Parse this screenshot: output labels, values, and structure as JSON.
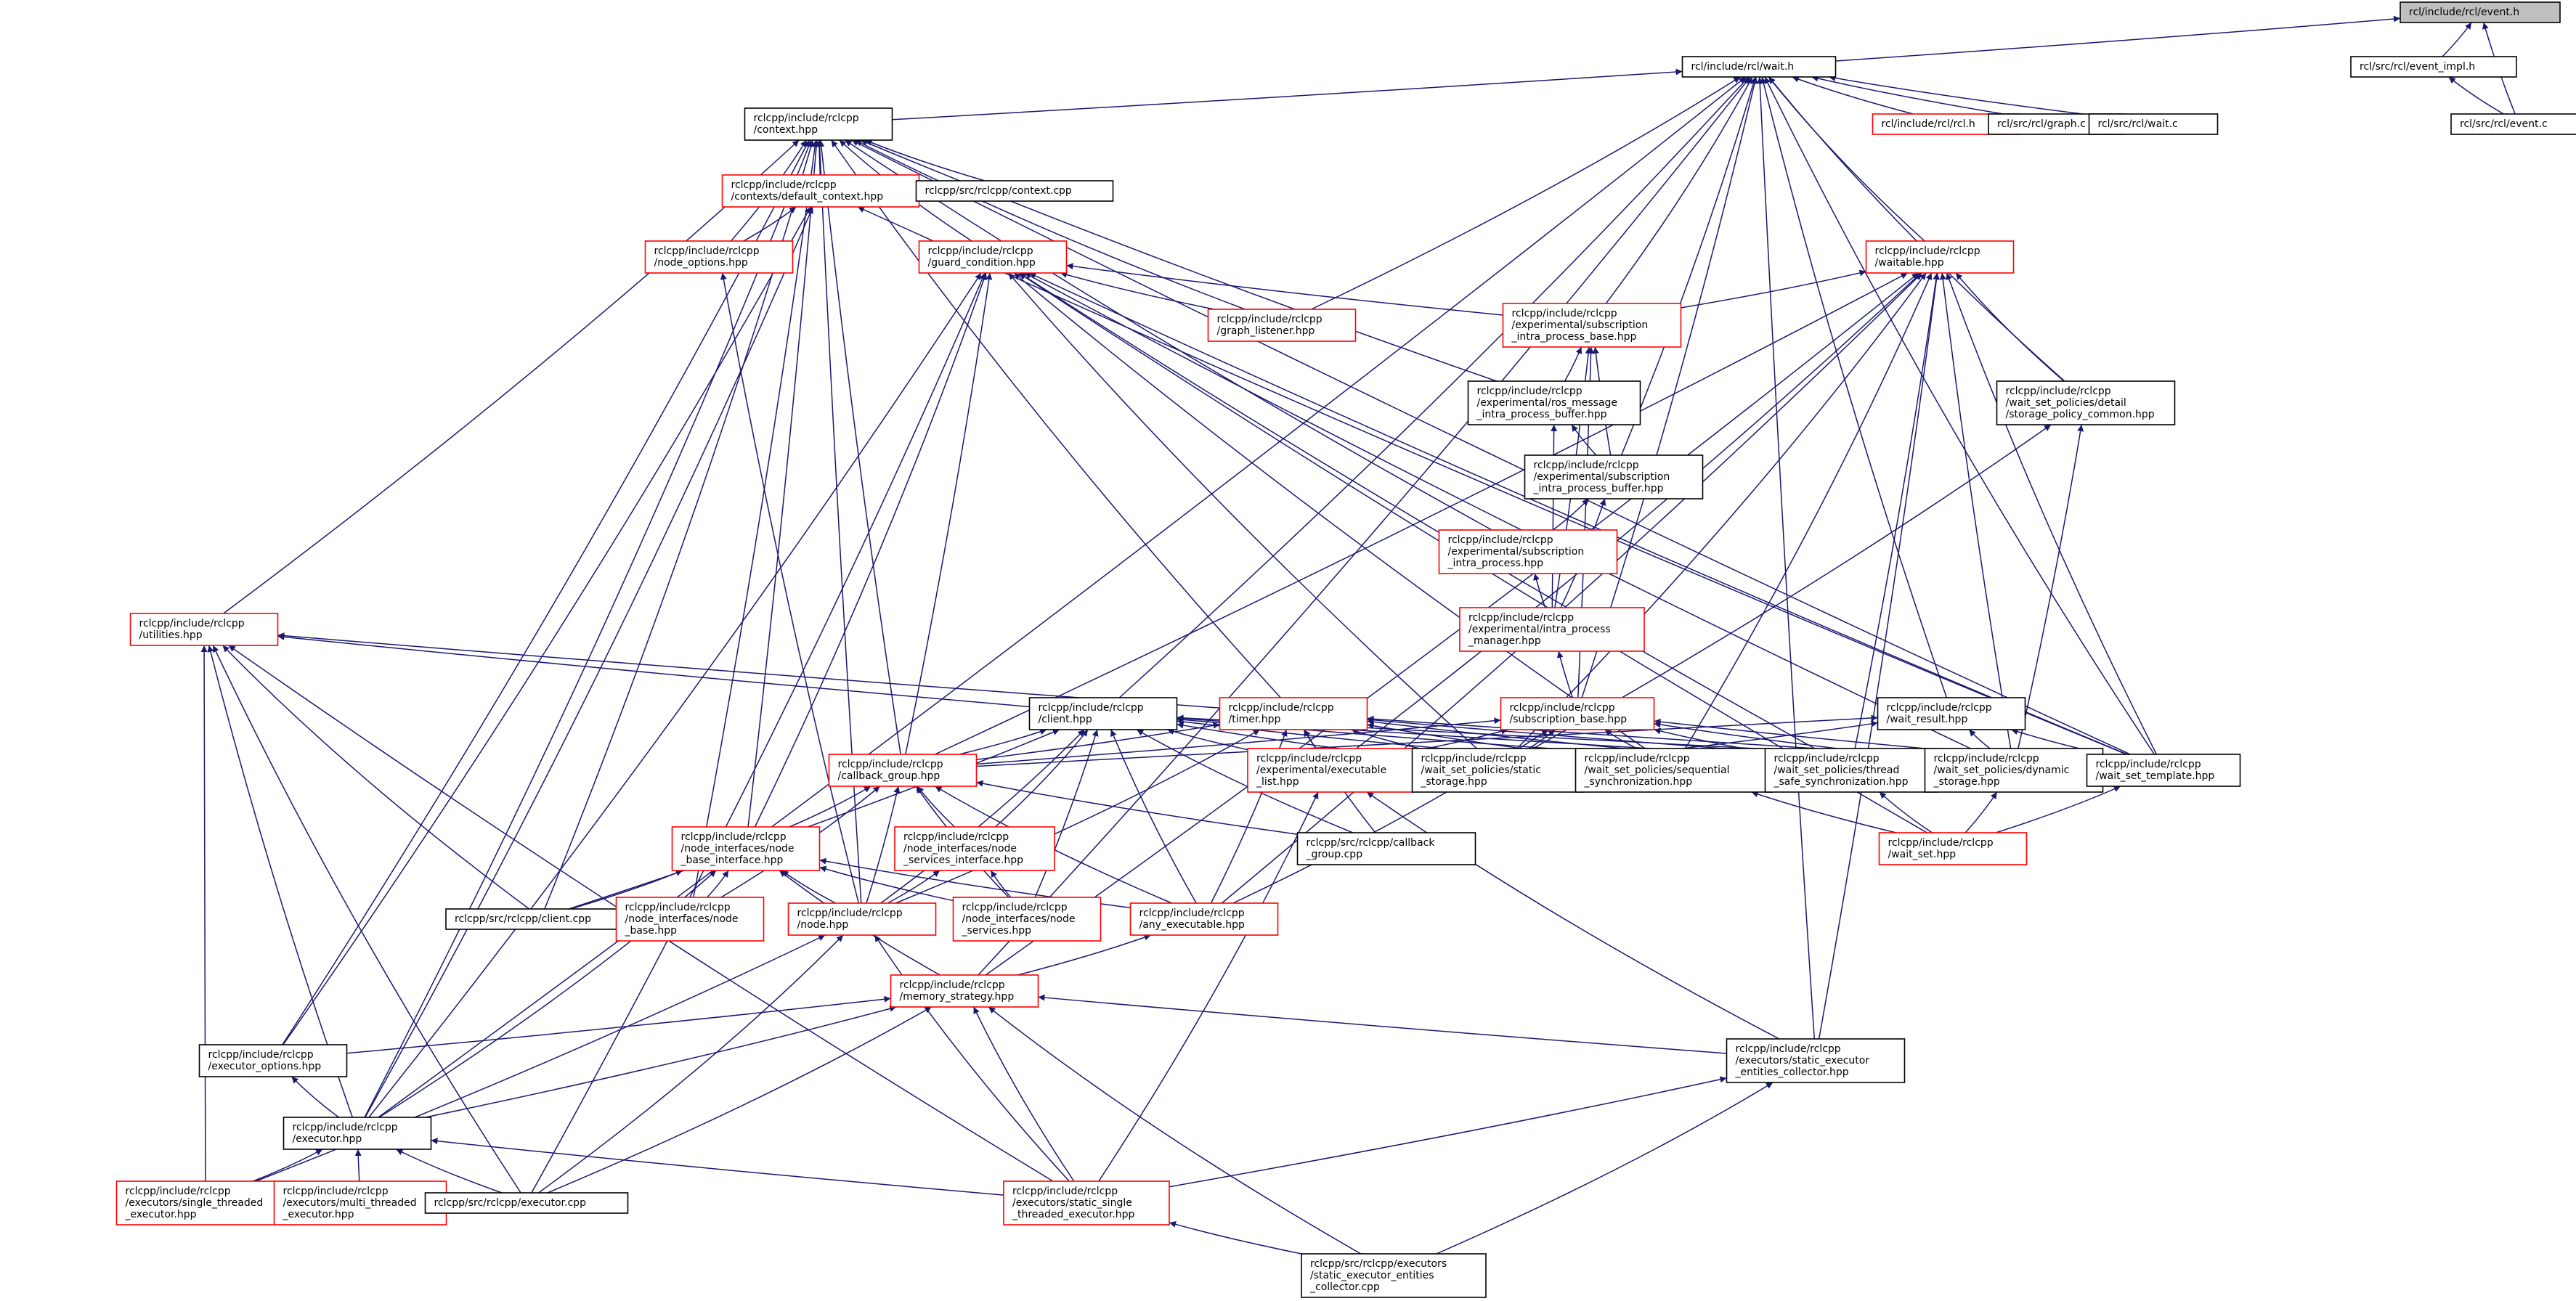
{
  "diagram": {
    "colors": {
      "edge": "#191970",
      "border_default": "#000000",
      "border_truncated": "#ff0000",
      "root_fill": "#bfbfbf",
      "node_fill": "#ffffff"
    },
    "nodes": [
      {
        "id": "event_h",
        "lines": [
          "rcl/include/rcl/event.h"
        ],
        "style": "root"
      },
      {
        "id": "wait_h",
        "lines": [
          "rcl/include/rcl/wait.h"
        ],
        "style": "normal"
      },
      {
        "id": "event_impl_h",
        "lines": [
          "rcl/src/rcl/event_impl.h"
        ],
        "style": "normal"
      },
      {
        "id": "event_c",
        "lines": [
          "rcl/src/rcl/event.c"
        ],
        "style": "normal"
      },
      {
        "id": "context_hpp",
        "lines": [
          "rclcpp/include/rclcpp",
          "/context.hpp"
        ],
        "style": "normal"
      },
      {
        "id": "rcl_h",
        "lines": [
          "rcl/include/rcl/rcl.h"
        ],
        "style": "truncated"
      },
      {
        "id": "graph_c",
        "lines": [
          "rcl/src/rcl/graph.c"
        ],
        "style": "normal"
      },
      {
        "id": "wait_c",
        "lines": [
          "rcl/src/rcl/wait.c"
        ],
        "style": "normal"
      },
      {
        "id": "default_context",
        "lines": [
          "rclcpp/include/rclcpp",
          "/contexts/default_context.hpp"
        ],
        "style": "truncated"
      },
      {
        "id": "context_cpp",
        "lines": [
          "rclcpp/src/rclcpp/context.cpp"
        ],
        "style": "normal"
      },
      {
        "id": "node_options",
        "lines": [
          "rclcpp/include/rclcpp",
          "/node_options.hpp"
        ],
        "style": "truncated"
      },
      {
        "id": "guard_condition",
        "lines": [
          "rclcpp/include/rclcpp",
          "/guard_condition.hpp"
        ],
        "style": "truncated"
      },
      {
        "id": "graph_listener",
        "lines": [
          "rclcpp/include/rclcpp",
          "/graph_listener.hpp"
        ],
        "style": "truncated"
      },
      {
        "id": "waitable",
        "lines": [
          "rclcpp/include/rclcpp",
          "/waitable.hpp"
        ],
        "style": "truncated"
      },
      {
        "id": "sub_ip_base",
        "lines": [
          "rclcpp/include/rclcpp",
          "/experimental/subscription",
          "_intra_process_base.hpp"
        ],
        "style": "truncated"
      },
      {
        "id": "ros_msg_buffer",
        "lines": [
          "rclcpp/include/rclcpp",
          "/experimental/ros_message",
          "_intra_process_buffer.hpp"
        ],
        "style": "normal"
      },
      {
        "id": "wsp_detail",
        "lines": [
          "rclcpp/include/rclcpp",
          "/wait_set_policies/detail",
          "/storage_policy_common.hpp"
        ],
        "style": "normal"
      },
      {
        "id": "sub_ip_buffer",
        "lines": [
          "rclcpp/include/rclcpp",
          "/experimental/subscription",
          "_intra_process_buffer.hpp"
        ],
        "style": "normal"
      },
      {
        "id": "sub_ip",
        "lines": [
          "rclcpp/include/rclcpp",
          "/experimental/subscription",
          "_intra_process.hpp"
        ],
        "style": "truncated"
      },
      {
        "id": "ip_manager",
        "lines": [
          "rclcpp/include/rclcpp",
          "/experimental/intra_process",
          "_manager.hpp"
        ],
        "style": "truncated"
      },
      {
        "id": "utilities",
        "lines": [
          "rclcpp/include/rclcpp",
          "/utilities.hpp"
        ],
        "style": "truncated"
      },
      {
        "id": "client_hpp",
        "lines": [
          "rclcpp/include/rclcpp",
          "/client.hpp"
        ],
        "style": "normal"
      },
      {
        "id": "timer_hpp",
        "lines": [
          "rclcpp/include/rclcpp",
          "/timer.hpp"
        ],
        "style": "truncated"
      },
      {
        "id": "sub_base",
        "lines": [
          "rclcpp/include/rclcpp",
          "/subscription_base.hpp"
        ],
        "style": "truncated"
      },
      {
        "id": "wait_result",
        "lines": [
          "rclcpp/include/rclcpp",
          "/wait_result.hpp"
        ],
        "style": "normal"
      },
      {
        "id": "callback_group",
        "lines": [
          "rclcpp/include/rclcpp",
          "/callback_group.hpp"
        ],
        "style": "truncated"
      },
      {
        "id": "exec_list",
        "lines": [
          "rclcpp/include/rclcpp",
          "/experimental/executable",
          "_list.hpp"
        ],
        "style": "truncated"
      },
      {
        "id": "wsp_static",
        "lines": [
          "rclcpp/include/rclcpp",
          "/wait_set_policies/static",
          "_storage.hpp"
        ],
        "style": "normal"
      },
      {
        "id": "wsp_seq",
        "lines": [
          "rclcpp/include/rclcpp",
          "/wait_set_policies/sequential",
          "_synchronization.hpp"
        ],
        "style": "normal"
      },
      {
        "id": "wsp_thread",
        "lines": [
          "rclcpp/include/rclcpp",
          "/wait_set_policies/thread",
          "_safe_synchronization.hpp"
        ],
        "style": "normal"
      },
      {
        "id": "wsp_dynamic",
        "lines": [
          "rclcpp/include/rclcpp",
          "/wait_set_policies/dynamic",
          "_storage.hpp"
        ],
        "style": "normal"
      },
      {
        "id": "wait_set_template",
        "lines": [
          "rclcpp/include/rclcpp",
          "/wait_set_template.hpp"
        ],
        "style": "normal"
      },
      {
        "id": "ni_base",
        "lines": [
          "rclcpp/include/rclcpp",
          "/node_interfaces/node",
          "_base_interface.hpp"
        ],
        "style": "truncated"
      },
      {
        "id": "ni_services_iface",
        "lines": [
          "rclcpp/include/rclcpp",
          "/node_interfaces/node",
          "_services_interface.hpp"
        ],
        "style": "truncated"
      },
      {
        "id": "callback_group_cpp",
        "lines": [
          "rclcpp/src/rclcpp/callback",
          "_group.cpp"
        ],
        "style": "normal"
      },
      {
        "id": "wait_set",
        "lines": [
          "rclcpp/include/rclcpp",
          "/wait_set.hpp"
        ],
        "style": "truncated"
      },
      {
        "id": "client_cpp",
        "lines": [
          "rclcpp/src/rclcpp/client.cpp"
        ],
        "style": "normal"
      },
      {
        "id": "ni_node_base",
        "lines": [
          "rclcpp/include/rclcpp",
          "/node_interfaces/node",
          "_base.hpp"
        ],
        "style": "truncated"
      },
      {
        "id": "node_hpp",
        "lines": [
          "rclcpp/include/rclcpp",
          "/node.hpp"
        ],
        "style": "truncated"
      },
      {
        "id": "ni_node_services",
        "lines": [
          "rclcpp/include/rclcpp",
          "/node_interfaces/node",
          "_services.hpp"
        ],
        "style": "truncated"
      },
      {
        "id": "any_executable",
        "lines": [
          "rclcpp/include/rclcpp",
          "/any_executable.hpp"
        ],
        "style": "truncated"
      },
      {
        "id": "memory_strategy",
        "lines": [
          "rclcpp/include/rclcpp",
          "/memory_strategy.hpp"
        ],
        "style": "truncated"
      },
      {
        "id": "executor_options",
        "lines": [
          "rclcpp/include/rclcpp",
          "/executor_options.hpp"
        ],
        "style": "normal"
      },
      {
        "id": "sec_collector",
        "lines": [
          "rclcpp/include/rclcpp",
          "/executors/static_executor",
          "_entities_collector.hpp"
        ],
        "style": "normal"
      },
      {
        "id": "executor_hpp",
        "lines": [
          "rclcpp/include/rclcpp",
          "/executor.hpp"
        ],
        "style": "normal"
      },
      {
        "id": "single_threaded",
        "lines": [
          "rclcpp/include/rclcpp",
          "/executors/single_threaded",
          "_executor.hpp"
        ],
        "style": "truncated"
      },
      {
        "id": "multi_threaded",
        "lines": [
          "rclcpp/include/rclcpp",
          "/executors/multi_threaded",
          "_executor.hpp"
        ],
        "style": "truncated"
      },
      {
        "id": "executor_cpp",
        "lines": [
          "rclcpp/src/rclcpp/executor.cpp"
        ],
        "style": "normal"
      },
      {
        "id": "static_single",
        "lines": [
          "rclcpp/include/rclcpp",
          "/executors/static_single",
          "_threaded_executor.hpp"
        ],
        "style": "truncated"
      },
      {
        "id": "sec_collector_cpp",
        "lines": [
          "rclcpp/src/rclcpp/executors",
          "/static_executor_entities",
          "_collector.cpp"
        ],
        "style": "normal"
      }
    ],
    "edges": [
      [
        "event_impl_h",
        "event_h"
      ],
      [
        "event_c",
        "event_h"
      ],
      [
        "wait_h",
        "event_h"
      ],
      [
        "event_c",
        "event_impl_h"
      ],
      [
        "context_hpp",
        "wait_h"
      ],
      [
        "rcl_h",
        "wait_h"
      ],
      [
        "graph_c",
        "wait_h"
      ],
      [
        "wait_c",
        "wait_h"
      ],
      [
        "waitable",
        "wait_h"
      ],
      [
        "sub_ip_base",
        "wait_h"
      ],
      [
        "sub_ip_buffer",
        "wait_h"
      ],
      [
        "wsp_detail",
        "wait_h"
      ],
      [
        "wait_result",
        "wait_h"
      ],
      [
        "wait_set_template",
        "wait_h"
      ],
      [
        "graph_listener",
        "wait_h"
      ],
      [
        "client_hpp",
        "wait_h"
      ],
      [
        "memory_strategy",
        "wait_h"
      ],
      [
        "executor_hpp",
        "wait_h"
      ],
      [
        "sec_collector",
        "wait_h"
      ],
      [
        "sub_base",
        "wait_h"
      ],
      [
        "default_context",
        "context_hpp"
      ],
      [
        "context_cpp",
        "context_hpp"
      ],
      [
        "node_options",
        "context_hpp"
      ],
      [
        "guard_condition",
        "context_hpp"
      ],
      [
        "graph_listener",
        "context_hpp"
      ],
      [
        "utilities",
        "context_hpp"
      ],
      [
        "executor_options",
        "context_hpp"
      ],
      [
        "executor_hpp",
        "context_hpp"
      ],
      [
        "client_cpp",
        "context_hpp"
      ],
      [
        "ni_base",
        "context_hpp"
      ],
      [
        "ni_node_base",
        "context_hpp"
      ],
      [
        "node_hpp",
        "context_hpp"
      ],
      [
        "callback_group",
        "context_hpp"
      ],
      [
        "timer_hpp",
        "context_hpp"
      ],
      [
        "sub_ip",
        "context_hpp"
      ],
      [
        "ros_msg_buffer",
        "context_hpp"
      ],
      [
        "wait_set_template",
        "context_hpp"
      ],
      [
        "node_options",
        "default_context"
      ],
      [
        "executor_options",
        "default_context"
      ],
      [
        "executor_hpp",
        "default_context"
      ],
      [
        "wait_set_template",
        "default_context"
      ],
      [
        "node_hpp",
        "node_options"
      ],
      [
        "graph_listener",
        "guard_condition"
      ],
      [
        "sub_ip_base",
        "guard_condition"
      ],
      [
        "callback_group",
        "guard_condition"
      ],
      [
        "ni_base",
        "guard_condition"
      ],
      [
        "executor_hpp",
        "guard_condition"
      ],
      [
        "executor_cpp",
        "guard_condition"
      ],
      [
        "wsp_static",
        "guard_condition"
      ],
      [
        "wsp_seq",
        "guard_condition"
      ],
      [
        "wsp_thread",
        "guard_condition"
      ],
      [
        "wsp_dynamic",
        "guard_condition"
      ],
      [
        "wait_set_template",
        "guard_condition"
      ],
      [
        "wait_set",
        "guard_condition"
      ],
      [
        "sub_ip_base",
        "waitable"
      ],
      [
        "wsp_detail",
        "waitable"
      ],
      [
        "wait_set_template",
        "waitable"
      ],
      [
        "callback_group",
        "waitable"
      ],
      [
        "exec_list",
        "waitable"
      ],
      [
        "wsp_static",
        "waitable"
      ],
      [
        "wsp_seq",
        "waitable"
      ],
      [
        "wsp_thread",
        "waitable"
      ],
      [
        "wsp_dynamic",
        "waitable"
      ],
      [
        "any_executable",
        "waitable"
      ],
      [
        "memory_strategy",
        "waitable"
      ],
      [
        "sec_collector",
        "waitable"
      ],
      [
        "ros_msg_buffer",
        "sub_ip_base"
      ],
      [
        "sub_ip_buffer",
        "sub_ip_base"
      ],
      [
        "ip_manager",
        "sub_ip_base"
      ],
      [
        "sub_base",
        "sub_ip_base"
      ],
      [
        "sub_ip_buffer",
        "ros_msg_buffer"
      ],
      [
        "ip_manager",
        "ros_msg_buffer"
      ],
      [
        "sub_ip",
        "sub_ip_buffer"
      ],
      [
        "ip_manager",
        "sub_ip_buffer"
      ],
      [
        "ip_manager",
        "sub_ip"
      ],
      [
        "sub_base",
        "ip_manager"
      ],
      [
        "wsp_static",
        "wsp_detail"
      ],
      [
        "wsp_dynamic",
        "wsp_detail"
      ],
      [
        "client_hpp",
        "utilities"
      ],
      [
        "timer_hpp",
        "utilities"
      ],
      [
        "executor_hpp",
        "utilities"
      ],
      [
        "client_cpp",
        "utilities"
      ],
      [
        "single_threaded",
        "utilities"
      ],
      [
        "executor_cpp",
        "utilities"
      ],
      [
        "static_single",
        "utilities"
      ],
      [
        "callback_group",
        "client_hpp"
      ],
      [
        "ni_services_iface",
        "client_hpp"
      ],
      [
        "ni_node_services",
        "client_hpp"
      ],
      [
        "node_hpp",
        "client_hpp"
      ],
      [
        "any_executable",
        "client_hpp"
      ],
      [
        "callback_group_cpp",
        "client_hpp"
      ],
      [
        "exec_list",
        "client_hpp"
      ],
      [
        "wsp_static",
        "client_hpp"
      ],
      [
        "wsp_seq",
        "client_hpp"
      ],
      [
        "wsp_thread",
        "client_hpp"
      ],
      [
        "wsp_dynamic",
        "client_hpp"
      ],
      [
        "wait_set_template",
        "client_hpp"
      ],
      [
        "client_cpp",
        "client_hpp"
      ],
      [
        "callback_group",
        "timer_hpp"
      ],
      [
        "exec_list",
        "timer_hpp"
      ],
      [
        "any_executable",
        "timer_hpp"
      ],
      [
        "node_hpp",
        "timer_hpp"
      ],
      [
        "wsp_static",
        "timer_hpp"
      ],
      [
        "wsp_seq",
        "timer_hpp"
      ],
      [
        "wsp_thread",
        "timer_hpp"
      ],
      [
        "wsp_dynamic",
        "timer_hpp"
      ],
      [
        "wait_set_template",
        "timer_hpp"
      ],
      [
        "callback_group_cpp",
        "timer_hpp"
      ],
      [
        "callback_group",
        "sub_base"
      ],
      [
        "exec_list",
        "sub_base"
      ],
      [
        "any_executable",
        "sub_base"
      ],
      [
        "wsp_static",
        "sub_base"
      ],
      [
        "wsp_seq",
        "sub_base"
      ],
      [
        "wsp_thread",
        "sub_base"
      ],
      [
        "wsp_dynamic",
        "sub_base"
      ],
      [
        "wait_set_template",
        "sub_base"
      ],
      [
        "wsp_static",
        "wait_result"
      ],
      [
        "wsp_dynamic",
        "wait_result"
      ],
      [
        "wait_set_template",
        "wait_result"
      ],
      [
        "callback_group",
        "wait_result"
      ],
      [
        "ni_base",
        "callback_group"
      ],
      [
        "ni_services_iface",
        "callback_group"
      ],
      [
        "ni_node_base",
        "callback_group"
      ],
      [
        "node_hpp",
        "callback_group"
      ],
      [
        "any_executable",
        "callback_group"
      ],
      [
        "callback_group_cpp",
        "callback_group"
      ],
      [
        "ni_node_services",
        "callback_group"
      ],
      [
        "client_cpp",
        "ni_base"
      ],
      [
        "ni_node_base",
        "ni_base"
      ],
      [
        "node_hpp",
        "ni_base"
      ],
      [
        "ni_node_services",
        "ni_base"
      ],
      [
        "any_executable",
        "ni_base"
      ],
      [
        "memory_strategy",
        "ni_base"
      ],
      [
        "executor_hpp",
        "ni_base"
      ],
      [
        "node_hpp",
        "ni_services_iface"
      ],
      [
        "ni_node_services",
        "ni_services_iface"
      ],
      [
        "wait_set",
        "wsp_seq"
      ],
      [
        "wait_set",
        "wsp_thread"
      ],
      [
        "wait_set",
        "wsp_dynamic"
      ],
      [
        "wait_set",
        "wait_set_template"
      ],
      [
        "memory_strategy",
        "any_executable"
      ],
      [
        "executor_options",
        "memory_strategy"
      ],
      [
        "executor_hpp",
        "memory_strategy"
      ],
      [
        "sec_collector",
        "memory_strategy"
      ],
      [
        "executor_cpp",
        "memory_strategy"
      ],
      [
        "static_single",
        "memory_strategy"
      ],
      [
        "sec_collector_cpp",
        "memory_strategy"
      ],
      [
        "executor_hpp",
        "executor_options"
      ],
      [
        "static_single",
        "sec_collector"
      ],
      [
        "sec_collector_cpp",
        "sec_collector"
      ],
      [
        "single_threaded",
        "executor_hpp"
      ],
      [
        "multi_threaded",
        "executor_hpp"
      ],
      [
        "executor_cpp",
        "executor_hpp"
      ],
      [
        "static_single",
        "executor_hpp"
      ],
      [
        "sec_collector_cpp",
        "static_single"
      ],
      [
        "single_threaded",
        "node_hpp"
      ],
      [
        "executor_cpp",
        "node_hpp"
      ],
      [
        "static_single",
        "node_hpp"
      ],
      [
        "static_single",
        "exec_list"
      ],
      [
        "sec_collector",
        "exec_list"
      ]
    ]
  }
}
